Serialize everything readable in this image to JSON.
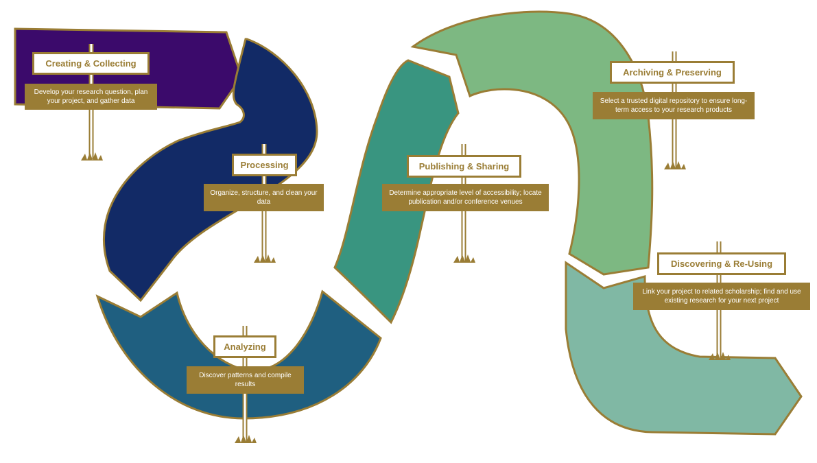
{
  "stages": [
    {
      "title": "Creating & Collecting",
      "description": "Develop your research question, plan your project, and gather data",
      "color": "#3b0a6b"
    },
    {
      "title": "Processing",
      "description": "Organize, structure, and clean your data",
      "color": "#122a66"
    },
    {
      "title": "Analyzing",
      "description": "Discover patterns and compile results",
      "color": "#1f5f80"
    },
    {
      "title": "Publishing & Sharing",
      "description": "Determine appropriate level of accessibility; locate publication and/or conference venues",
      "color": "#399580"
    },
    {
      "title": "Archiving & Preserving",
      "description": "Select a trusted digital repository to ensure long-term access to your research products",
      "color": "#7db882"
    },
    {
      "title": "Discovering & Re-Using",
      "description": "Link your project to related scholarship; find and use existing research for your next project",
      "color": "#80b8a4"
    }
  ],
  "colors": {
    "gold": "#9a7d35",
    "outline": "#9a7d35"
  }
}
